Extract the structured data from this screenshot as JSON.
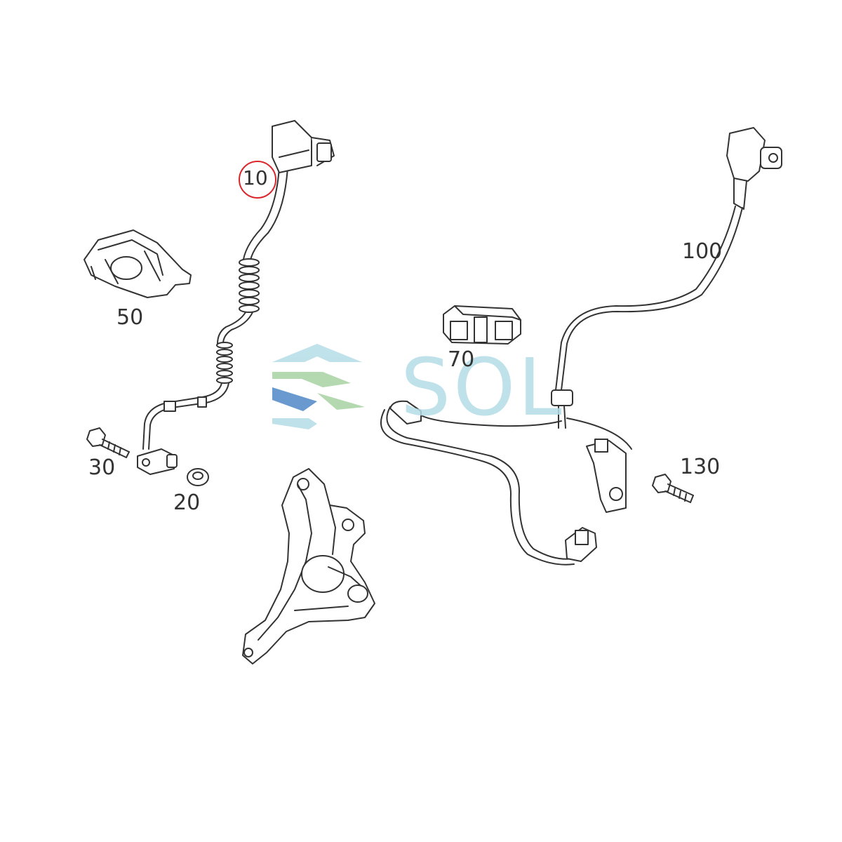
{
  "diagram": {
    "highlight_color": "#d9262b",
    "line_color": "#333333",
    "callouts": [
      {
        "id": "10",
        "text": "10",
        "highlighted": true
      },
      {
        "id": "50",
        "text": "50"
      },
      {
        "id": "70",
        "text": "70"
      },
      {
        "id": "100",
        "text": "100"
      },
      {
        "id": "30",
        "text": "30"
      },
      {
        "id": "20",
        "text": "20"
      },
      {
        "id": "130",
        "text": "130"
      }
    ]
  },
  "watermark": {
    "text": "SOL",
    "colors": [
      "#b5dde7",
      "#4f88c6",
      "#a8d3a3"
    ]
  }
}
